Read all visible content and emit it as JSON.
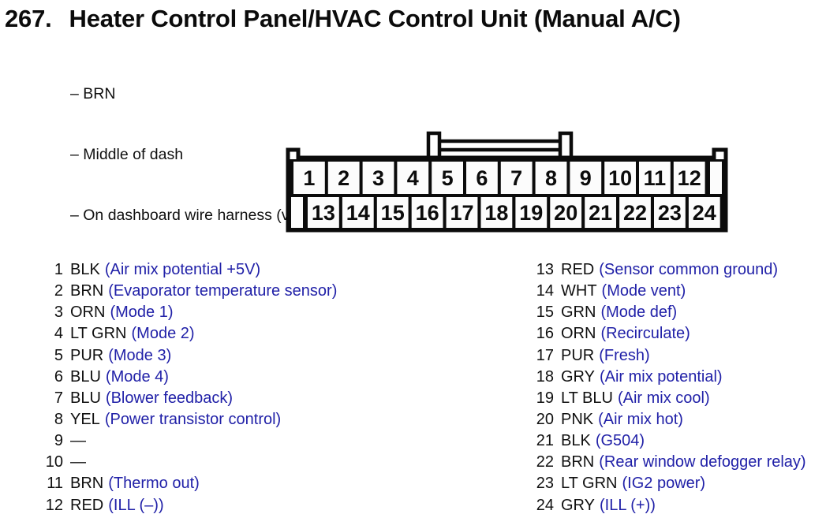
{
  "title": {
    "number": "267.",
    "text": "Heater Control Panel/HVAC Control Unit (Manual A/C)"
  },
  "notes": {
    "line1": "– BRN",
    "line2": "– Middle of dash",
    "line3": "– On dashboard wire harness (view of passenger’s side)"
  },
  "connector": {
    "top_row": [
      "1",
      "2",
      "3",
      "4",
      "5",
      "6",
      "7",
      "8",
      "9",
      "10",
      "11",
      "12"
    ],
    "bottom_row": [
      "13",
      "14",
      "15",
      "16",
      "17",
      "18",
      "19",
      "20",
      "21",
      "22",
      "23",
      "24"
    ]
  },
  "pins": {
    "left": [
      {
        "num": "1",
        "color": "BLK",
        "function": "(Air mix potential +5V)"
      },
      {
        "num": "2",
        "color": "BRN",
        "function": "(Evaporator temperature sensor)"
      },
      {
        "num": "3",
        "color": "ORN",
        "function": "(Mode 1)"
      },
      {
        "num": "4",
        "color": "LT GRN",
        "function": "(Mode 2)"
      },
      {
        "num": "5",
        "color": "PUR",
        "function": "(Mode 3)"
      },
      {
        "num": "6",
        "color": "BLU",
        "function": "(Mode 4)"
      },
      {
        "num": "7",
        "color": "BLU",
        "function": "(Blower feedback)"
      },
      {
        "num": "8",
        "color": "YEL",
        "function": "(Power transistor control)"
      },
      {
        "num": "9",
        "color": "—",
        "function": ""
      },
      {
        "num": "10",
        "color": "—",
        "function": ""
      },
      {
        "num": "11",
        "color": "BRN",
        "function": "(Thermo out)"
      },
      {
        "num": "12",
        "color": "RED",
        "function": "(ILL (–))"
      }
    ],
    "right": [
      {
        "num": "13",
        "color": "RED",
        "function": "(Sensor common ground)"
      },
      {
        "num": "14",
        "color": "WHT",
        "function": "(Mode vent)"
      },
      {
        "num": "15",
        "color": "GRN",
        "function": "(Mode def)"
      },
      {
        "num": "16",
        "color": "ORN",
        "function": "(Recirculate)"
      },
      {
        "num": "17",
        "color": "PUR",
        "function": "(Fresh)"
      },
      {
        "num": "18",
        "color": "GRY",
        "function": "(Air mix potential)"
      },
      {
        "num": "19",
        "color": "LT BLU",
        "function": "(Air mix cool)"
      },
      {
        "num": "20",
        "color": "PNK",
        "function": "(Air mix hot)"
      },
      {
        "num": "21",
        "color": "BLK",
        "function": "(G504)"
      },
      {
        "num": "22",
        "color": "BRN",
        "function": "(Rear window defogger relay)"
      },
      {
        "num": "23",
        "color": "LT GRN",
        "function": "(IG2 power)"
      },
      {
        "num": "24",
        "color": "GRY",
        "function": "(ILL (+))"
      }
    ]
  },
  "colors": {
    "function_text": "#2121a8",
    "body_text": "#101010",
    "diagram_line": "#0b0b0b"
  }
}
